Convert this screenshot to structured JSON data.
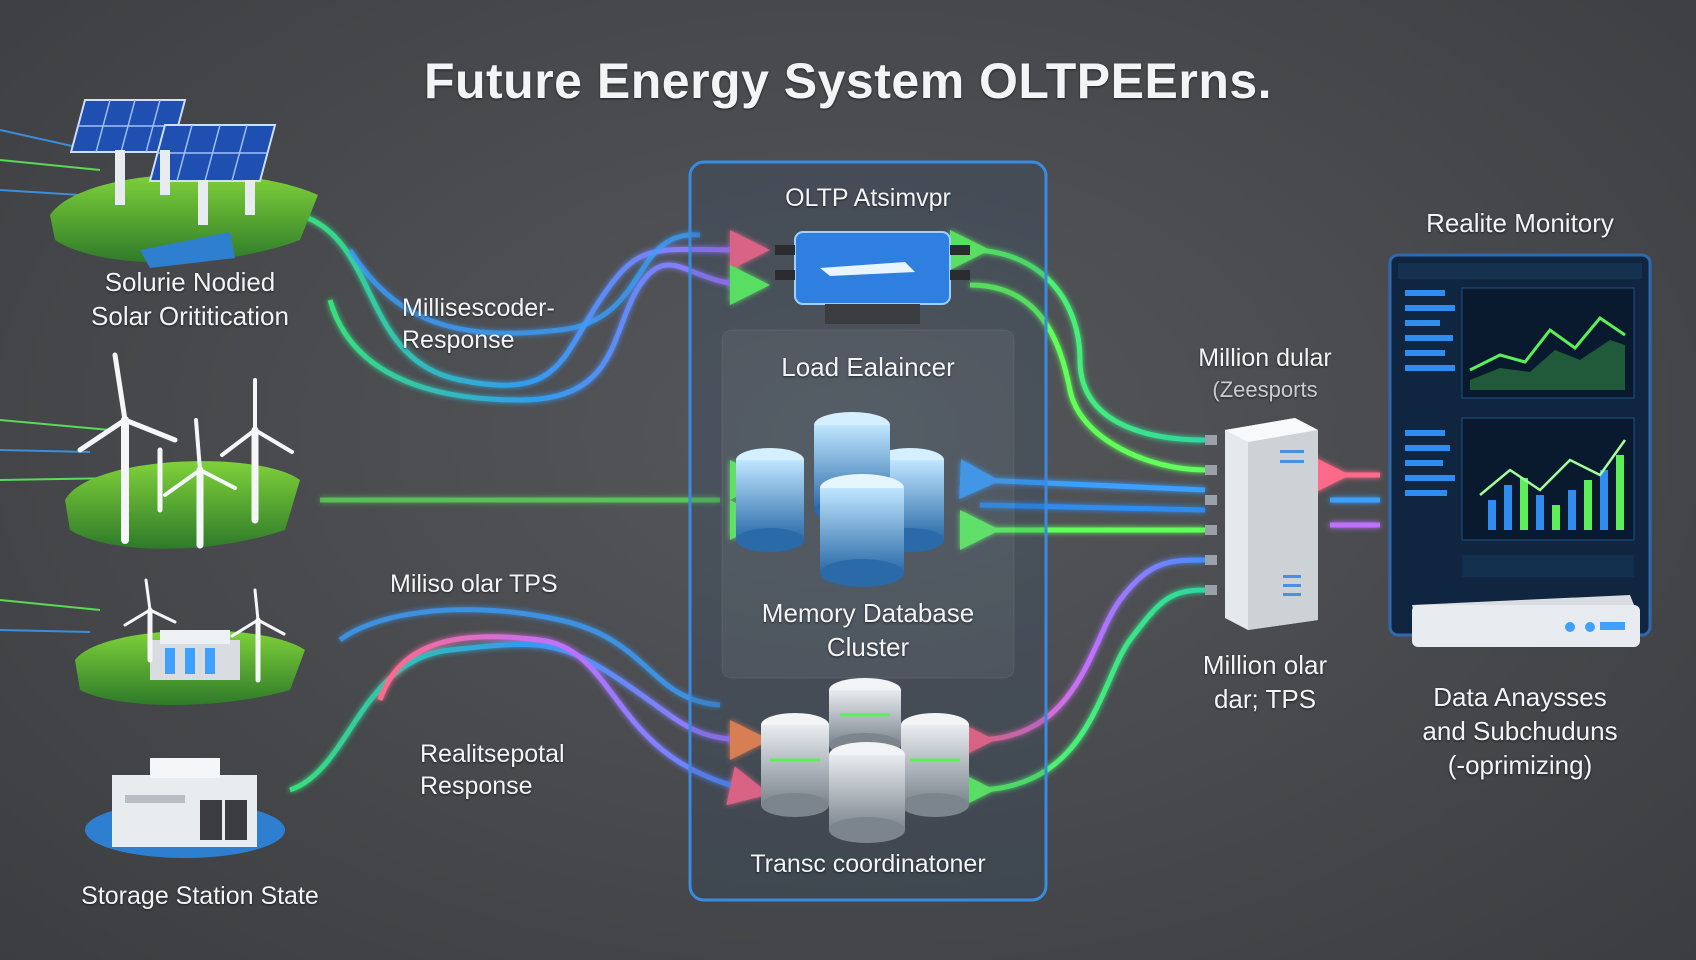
{
  "title": "Future Energy System OLTPEErns.",
  "nodes": {
    "solar": [
      "Solurie Nodied",
      "Solar Orititication"
    ],
    "storage": "Storage Station State",
    "oltp": "OLTP Atsimvpr",
    "load_balancer": "Load Ealaincer",
    "memory_db": [
      "Memory Database",
      "Cluster"
    ],
    "transaction": "Transc coordinatoner",
    "monitor": "Realite Monitory",
    "analysis": [
      "Data Anaysses",
      "and Subchuduns",
      "(-oprimizing)"
    ]
  },
  "flow_labels": {
    "ms_response": [
      "Millisescoder-",
      "Response"
    ],
    "ms_tps": "Miliso olar TPS",
    "realtime_response": [
      "Realitsepotal",
      "Response"
    ],
    "million_top": [
      "Million dular",
      "(Zeesports"
    ],
    "million_tps": [
      "Million olar",
      "dar; TPS"
    ]
  },
  "colors": {
    "background": "#46484b",
    "accent_blue": "#2f8cf0",
    "accent_green": "#5bf05a",
    "accent_pink": "#f06aa0",
    "accent_orange": "#ff7a4a"
  }
}
